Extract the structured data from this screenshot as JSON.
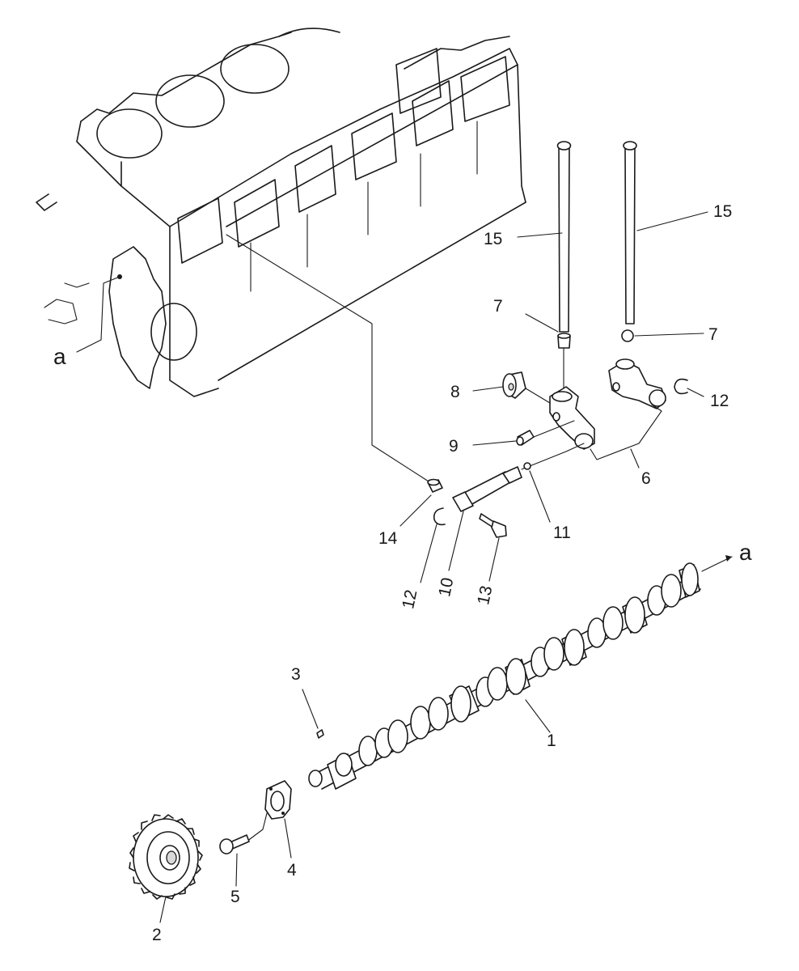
{
  "labels": {
    "n1": "1",
    "n2": "2",
    "n3": "3",
    "n4": "4",
    "n5": "5",
    "n6": "6",
    "n7a": "7",
    "n7b": "7",
    "n8": "8",
    "n9": "9",
    "n10": "10",
    "n11": "11",
    "n12a": "12",
    "n12b": "12",
    "n13": "13",
    "n14": "14",
    "n15a": "15",
    "n15b": "15",
    "ref_a_left": "a",
    "ref_a_right": "a"
  }
}
